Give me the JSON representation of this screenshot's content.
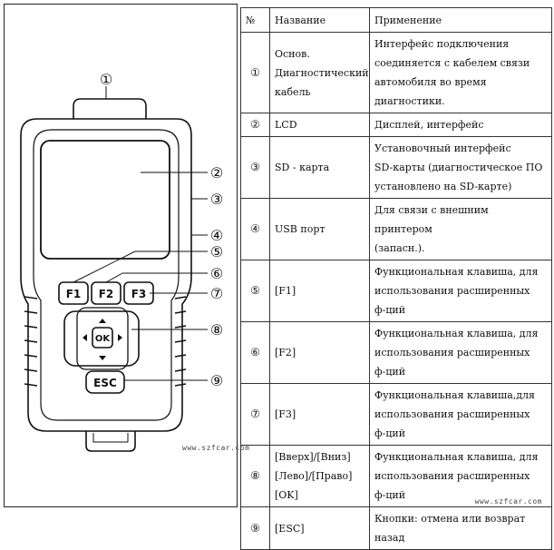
{
  "figure": {
    "callouts": [
      "①",
      "②",
      "③",
      "④",
      "⑤",
      "⑥",
      "⑦",
      "⑧",
      "⑨"
    ],
    "keys": {
      "f1": "F1",
      "f2": "F2",
      "f3": "F3",
      "ok": "OK",
      "esc": "ESC"
    },
    "watermark": "www.szfcar.com"
  },
  "table": {
    "headers": {
      "num": "№",
      "name": "Название",
      "use": "Применение"
    },
    "rows": [
      {
        "num": "①",
        "name": [
          "Основ.",
          "Диагностический",
          "кабель"
        ],
        "use": [
          "Интерфейс подключения",
          "соединяется с кабелем связи",
          "автомобиля во время диагностики."
        ]
      },
      {
        "num": "②",
        "name": [
          "LCD"
        ],
        "use": [
          "Дисплей, интерфейс"
        ]
      },
      {
        "num": "③",
        "name": [
          "SD - карта"
        ],
        "use": [
          "Установочный интерфейс",
          "SD-карты (диагностическое ПО",
          "установлено на SD-карте)"
        ]
      },
      {
        "num": "④",
        "name": [
          "USB порт"
        ],
        "use": [
          "Для связи с внешним принтером",
          "(запасн.)."
        ]
      },
      {
        "num": "⑤",
        "name": [
          "[F1]"
        ],
        "use": [
          "Функциональная клавиша, для",
          "использования расширенных",
          "ф-ций"
        ]
      },
      {
        "num": "⑥",
        "name": [
          "[F2]"
        ],
        "use": [
          "Функциональная клавиша, для",
          "использования расширенных",
          "ф-ций"
        ]
      },
      {
        "num": "⑦",
        "name": [
          "[F3]"
        ],
        "use": [
          "Функциональная клавиша,для",
          "использования расширенных",
          "ф-ций"
        ]
      },
      {
        "num": "⑧",
        "name": [
          "[Вверх]/[Вниз]",
          "[Лево]/[Право]",
          "[OK]"
        ],
        "use": [
          "Функциональная клавиша, для",
          "использования расширенных",
          "ф-ций"
        ]
      },
      {
        "num": "⑨",
        "name": [
          "[ESC]"
        ],
        "use": [
          "Кнопки: отмена или возврат назад"
        ]
      }
    ],
    "watermark": "www.szfcar.com"
  }
}
